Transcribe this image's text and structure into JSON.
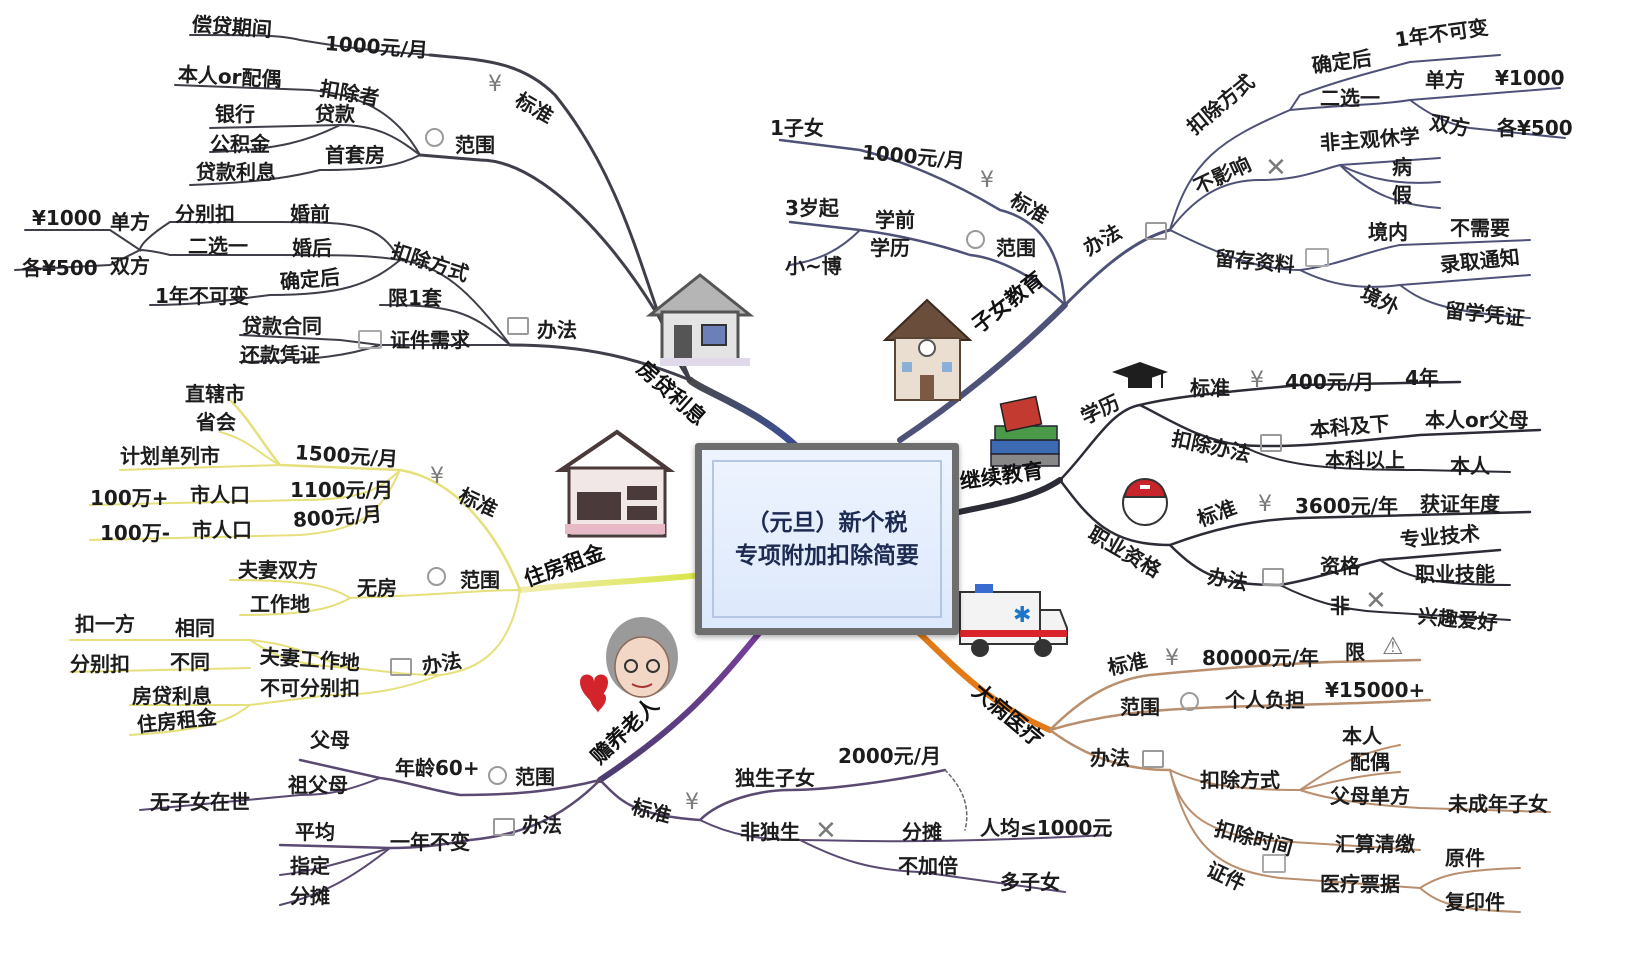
{
  "center": {
    "line1": "（元旦）新个税",
    "line2": "专项附加扣除简要"
  },
  "branches": {
    "housing_loan": "房贷利息",
    "child_edu": "子女教育",
    "continuing_edu": "继续教育",
    "medical": "大病医疗",
    "elderly": "赡养老人",
    "rent": "住房租金"
  },
  "housing_loan": {
    "standard": "标准",
    "scope": "范围",
    "method": "办法",
    "period_label": "偿贷期间",
    "amount": "1000元/月",
    "deductor_label": "扣除者",
    "deductor": "本人or配偶",
    "loan": "贷款",
    "bank": "银行",
    "fund": "公积金",
    "first_home": "首套房",
    "loan_interest": "贷款利息",
    "deduct_method": "扣除方式",
    "before_marriage": "婚前",
    "after_marriage": "婚后",
    "separate": "分别扣",
    "choose_one": "二选一",
    "single": "单方",
    "single_amount": "¥1000",
    "both": "双方",
    "both_amount": "各¥500",
    "confirmed": "确定后",
    "fixed_year": "1年不可变",
    "limit_one": "限1套",
    "docs_needed": "证件需求",
    "loan_contract": "贷款合同",
    "repay_proof": "还款凭证"
  },
  "child_edu": {
    "one_child": "1子女",
    "amount": "1000元/月",
    "standard": "标准",
    "age3": "3岁起",
    "preschool": "学前",
    "scope": "范围",
    "range": "小~博",
    "education": "学历",
    "method": "办法",
    "deduct_method": "扣除方式",
    "confirmed": "确定后",
    "fixed_year": "1年不可变",
    "choose_one": "二选一",
    "single": "单方",
    "single_amount": "¥1000",
    "both": "双方",
    "both_amount": "各¥500",
    "no_effect": "不影响",
    "leave_school": "非主观休学",
    "sick": "病",
    "holiday": "假",
    "keep_docs": "留存资料",
    "domestic": "境内",
    "not_needed": "不需要",
    "abroad": "境外",
    "admission": "录取通知",
    "study_proof": "留学凭证"
  },
  "continuing_edu": {
    "degree": "学历",
    "standard": "标准",
    "amount": "400元/月",
    "years": "4年",
    "deduct_method": "扣除办法",
    "bachelor_below": "本科及下",
    "self_or_parent": "本人or父母",
    "above_bachelor": "本科以上",
    "self": "本人",
    "qualification": "职业资格",
    "q_standard": "标准",
    "q_amount": "3600元/年",
    "cert_year": "获证年度",
    "q_method": "办法",
    "credential": "资格",
    "professional": "专业技术",
    "vocational": "职业技能",
    "not": "非",
    "hobby": "兴趣爱好"
  },
  "medical": {
    "standard": "标准",
    "amount": "80000元/年",
    "limit": "限",
    "scope": "范围",
    "self_pay": "个人负担",
    "threshold": "¥15000+",
    "method": "办法",
    "deduct_method": "扣除方式",
    "self": "本人",
    "spouse": "配偶",
    "parent_single": "父母单方",
    "minor": "未成年子女",
    "deduct_time": "扣除时间",
    "settle": "汇算清缴",
    "docs": "证件",
    "receipts": "医疗票据",
    "original": "原件",
    "copy": "复印件"
  },
  "elderly": {
    "parents": "父母",
    "age60": "年龄60+",
    "scope": "范围",
    "grandparents": "祖父母",
    "no_children": "无子女在世",
    "method": "办法",
    "fixed_year": "一年不变",
    "equal": "平均",
    "designated": "指定",
    "shared": "分摊",
    "standard": "标准",
    "only_child": "独生子女",
    "amount": "2000元/月",
    "not_only": "非独生",
    "share": "分摊",
    "per_cap": "人均≤1000元",
    "no_double": "不加倍",
    "multi_child": "多子女"
  },
  "rent": {
    "municipality": "直辖市",
    "provincial": "省会",
    "planned_city": "计划单列市",
    "amt_1500": "1500元/月",
    "standard": "标准",
    "pop_over": "100万+",
    "city_pop1": "市人口",
    "amt_1100": "1100元/月",
    "pop_under": "100万-",
    "city_pop2": "市人口",
    "amt_800": "800元/月",
    "couple": "夫妻双方",
    "workplace": "工作地",
    "no_house": "无房",
    "scope": "范围",
    "deduct_one": "扣一方",
    "same": "相同",
    "separate": "分别扣",
    "different": "不同",
    "couple_work": "夫妻工作地",
    "method": "办法",
    "loan_interest": "房贷利息",
    "rent": "住房租金",
    "not_separate": "不可分别扣"
  },
  "colors": {
    "housing_loan": "#3b4f9e",
    "child_edu": "#5a5f8e",
    "continuing_edu": "#2e2e3a",
    "medical": "#e07a1f",
    "elderly": "#6f4b9b",
    "rent": "#e6d54a",
    "bottom": "#9b4fa8"
  },
  "icons": [
    "yen-icon",
    "circle-icon",
    "folder-icon",
    "photo-icon",
    "cross-icon",
    "warning-icon",
    "graduation-cap-icon",
    "helmet-icon",
    "ambulance-icon",
    "house-icon",
    "school-icon",
    "books-icon",
    "grandma-icon",
    "open-book-icon"
  ]
}
